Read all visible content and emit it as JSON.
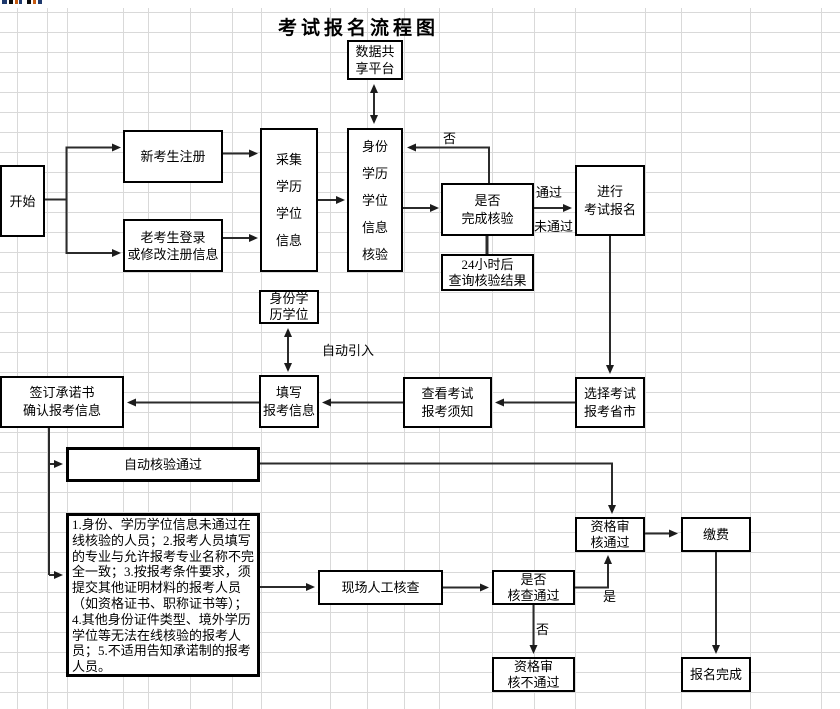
{
  "title": "考试报名流程图",
  "nodes": {
    "start": "开始",
    "new_reg": "新考生注册",
    "old_login": "老考生登录\n或修改注册信息",
    "collect": "采集\n学历\n学位\n信息",
    "verify": "身份\n学历\n学位\n信息\n核验",
    "platform": "数据共\n享平台",
    "check_done": "是否\n完成核验",
    "proceed": "进行\n考试报名",
    "result24": "24小时后\n查询核验结果",
    "id_edu": "身份学\n历学位",
    "fill": "填写\n报考信息",
    "sign": "签订承诺书\n确认报考信息",
    "notice": "查看考试\n报考须知",
    "province": "选择考试\n报考省市",
    "auto_pass": "自动核验通过",
    "manual_list": "1.身份、学历学位信息未通过在线核验的人员；2.报考人员填写的专业与允许报考专业名称不完全一致；3.按报考条件要求，须提交其他证明材料的报考人员（如资格证书、职称证书等）；4.其他身份证件类型、境外学历学位等无法在线核验的报考人员；5.不适用告知承诺制的报考人员。",
    "onsite": "现场人工核查",
    "check_pass": "是否\n核查通过",
    "qpass": "资格审\n核通过",
    "pay": "缴费",
    "qfail": "资格审\n核不通过",
    "complete": "报名完成"
  },
  "labels": {
    "no_top": "否",
    "pass": "通过",
    "fail": "未通过",
    "auto_import": "自动引入",
    "yes": "是",
    "no_bottom": "否"
  },
  "colors": {
    "line": "#2b2b2b",
    "grid": "#d9d9d9",
    "border": "#000000"
  }
}
